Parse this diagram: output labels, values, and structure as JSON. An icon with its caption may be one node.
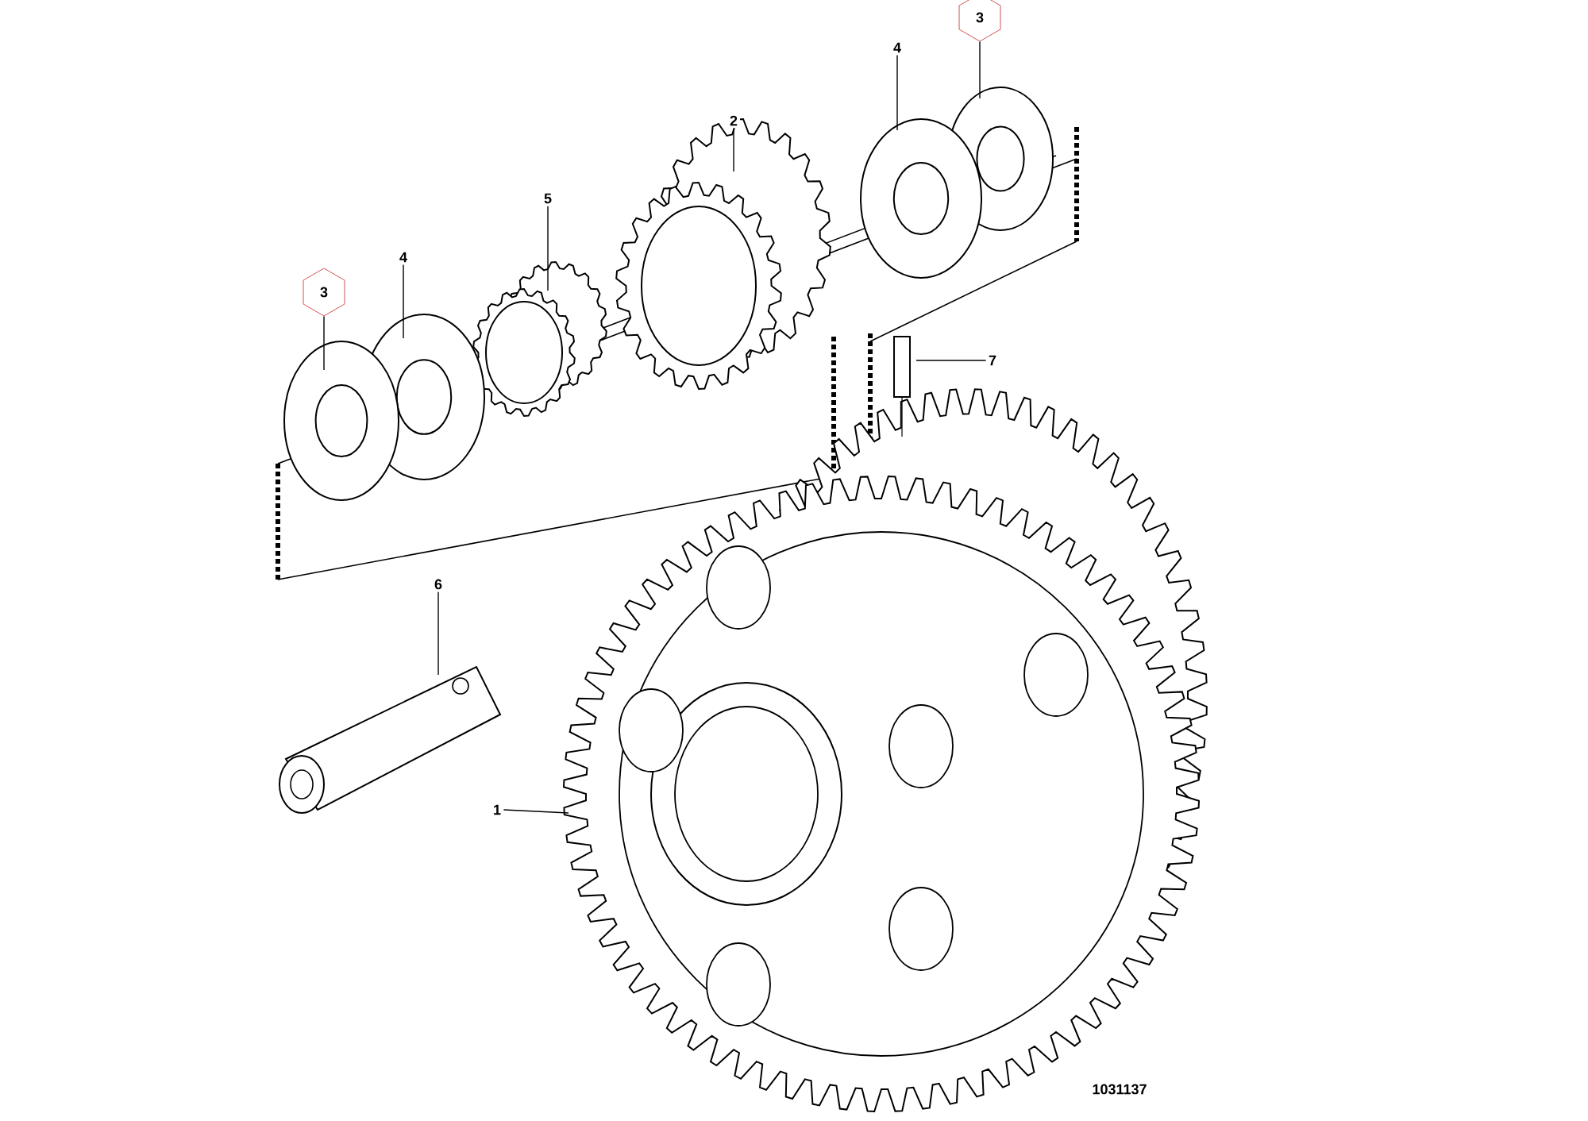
{
  "diagram": {
    "nodes": [
      {
        "text": [
          "3"
        ]
      },
      {
        "text": [
          "4"
        ]
      },
      {
        "text": [
          "2"
        ]
      },
      {
        "text": [
          "5"
        ]
      },
      {
        "text": [
          "4"
        ]
      },
      {
        "text": [
          "3"
        ]
      },
      {
        "text": [
          "7"
        ]
      },
      {
        "text": [
          "6"
        ]
      },
      {
        "text": [
          "1"
        ]
      }
    ],
    "edges": [
      {
        "from": 0,
        "to": null,
        "arrow": "none"
      },
      {
        "from": 1,
        "to": null,
        "arrow": "none"
      },
      {
        "from": 2,
        "to": null,
        "arrow": "none"
      },
      {
        "from": 3,
        "to": null,
        "arrow": "none"
      },
      {
        "from": 4,
        "to": null,
        "arrow": "none"
      },
      {
        "from": 5,
        "to": null,
        "arrow": "none"
      },
      {
        "from": 6,
        "to": null,
        "arrow": "none"
      },
      {
        "from": 7,
        "to": null,
        "arrow": "none"
      },
      {
        "from": 8,
        "to": null,
        "arrow": "none"
      }
    ],
    "labels": [
      "1031137"
    ]
  }
}
